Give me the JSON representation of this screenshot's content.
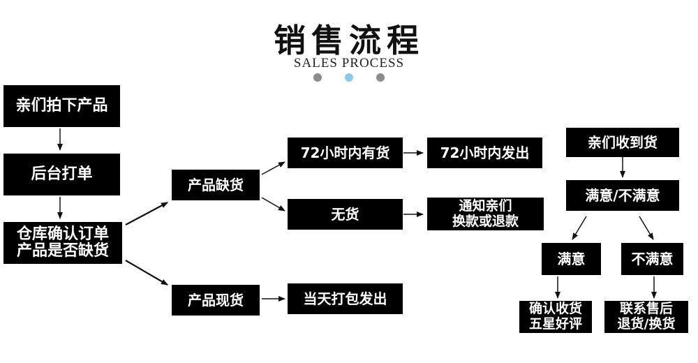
{
  "header": {
    "title": "销售流程",
    "subtitle": "SALES PROCESS",
    "dot_colors": [
      "#8c8c8c",
      "#8fc9e8",
      "#8c8c8c"
    ]
  },
  "nodes": {
    "place_order": "亲们拍下产品",
    "backend_print": "后台打单",
    "warehouse_check": "仓库确认订单\n产品是否缺货",
    "out_of_stock": "产品缺货",
    "in_stock": "产品现货",
    "available_72h": "72小时内有货",
    "ship_72h": "72小时内发出",
    "no_stock": "无货",
    "notify_refund": "通知亲们\n换款或退款",
    "ship_today": "当天打包发出",
    "received": "亲们收到货",
    "satisfied_or_not": "满意/不满意",
    "satisfied": "满意",
    "unsatisfied": "不满意",
    "confirm_review": "确认收货\n五星好评",
    "contact_service": "联系售后\n退货/换货"
  }
}
